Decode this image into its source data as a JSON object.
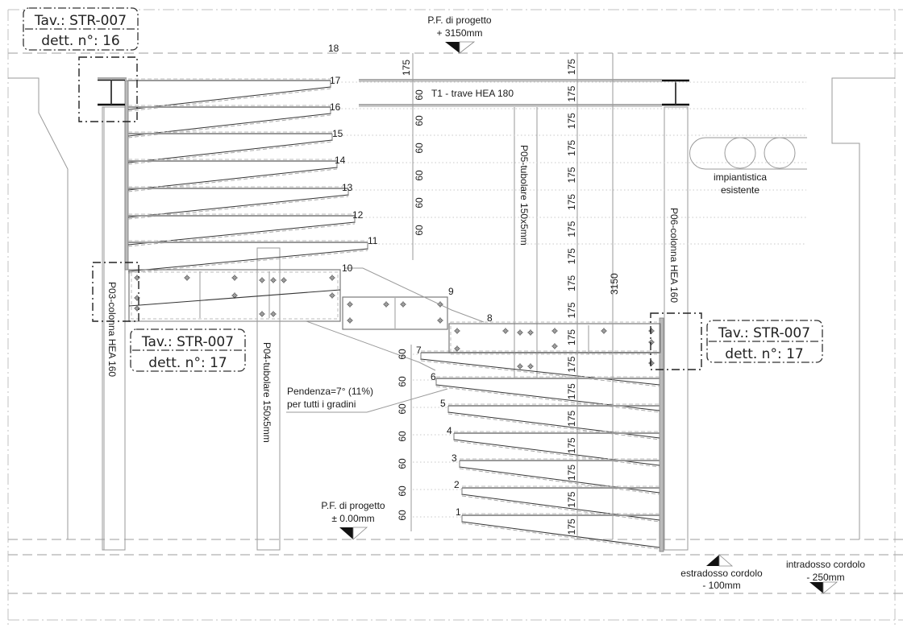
{
  "drawing": {
    "detail_tags": [
      {
        "tav": "Tav.: STR-007",
        "dett": "dett. n°: 16"
      },
      {
        "tav": "Tav.: STR-007",
        "dett": "dett. n°: 17"
      },
      {
        "tav": "Tav.: STR-007",
        "dett": "dett. n°: 17"
      }
    ],
    "levels": {
      "top": {
        "label": "P.F. di progetto",
        "value": "+ 3150mm"
      },
      "bottom": {
        "label": "P.F. di progetto",
        "value": "± 0.00mm"
      },
      "estradosso": {
        "label": "estradosso cordolo",
        "value": "- 100mm"
      },
      "intradosso": {
        "label": "intradosso cordolo",
        "value": "- 250mm"
      }
    },
    "beam_label": "T1 - trave HEA 180",
    "members": {
      "p03": "P03-colonna HEA 160",
      "p04": "P04-tubolare 150x5mm",
      "p05": "P05-tubolare 150x5mm",
      "p06": "P06-colonna HEA 160"
    },
    "services_label_1": "impiantistica",
    "services_label_2": "esistente",
    "slope_note_1": "Pendenza=7° (11%)",
    "slope_note_2": "per tutti i gradini",
    "total_height": "3150",
    "step_numbers": [
      "1",
      "2",
      "3",
      "4",
      "5",
      "6",
      "7",
      "8",
      "9",
      "10",
      "11",
      "12",
      "13",
      "14",
      "15",
      "16",
      "17",
      "18"
    ],
    "riser_dim": "175",
    "tread_thickness_dim": "60",
    "colors": {
      "line": "#9a9a9a",
      "ink": "#1a1a1a",
      "dash": "#b0b0b0"
    }
  }
}
